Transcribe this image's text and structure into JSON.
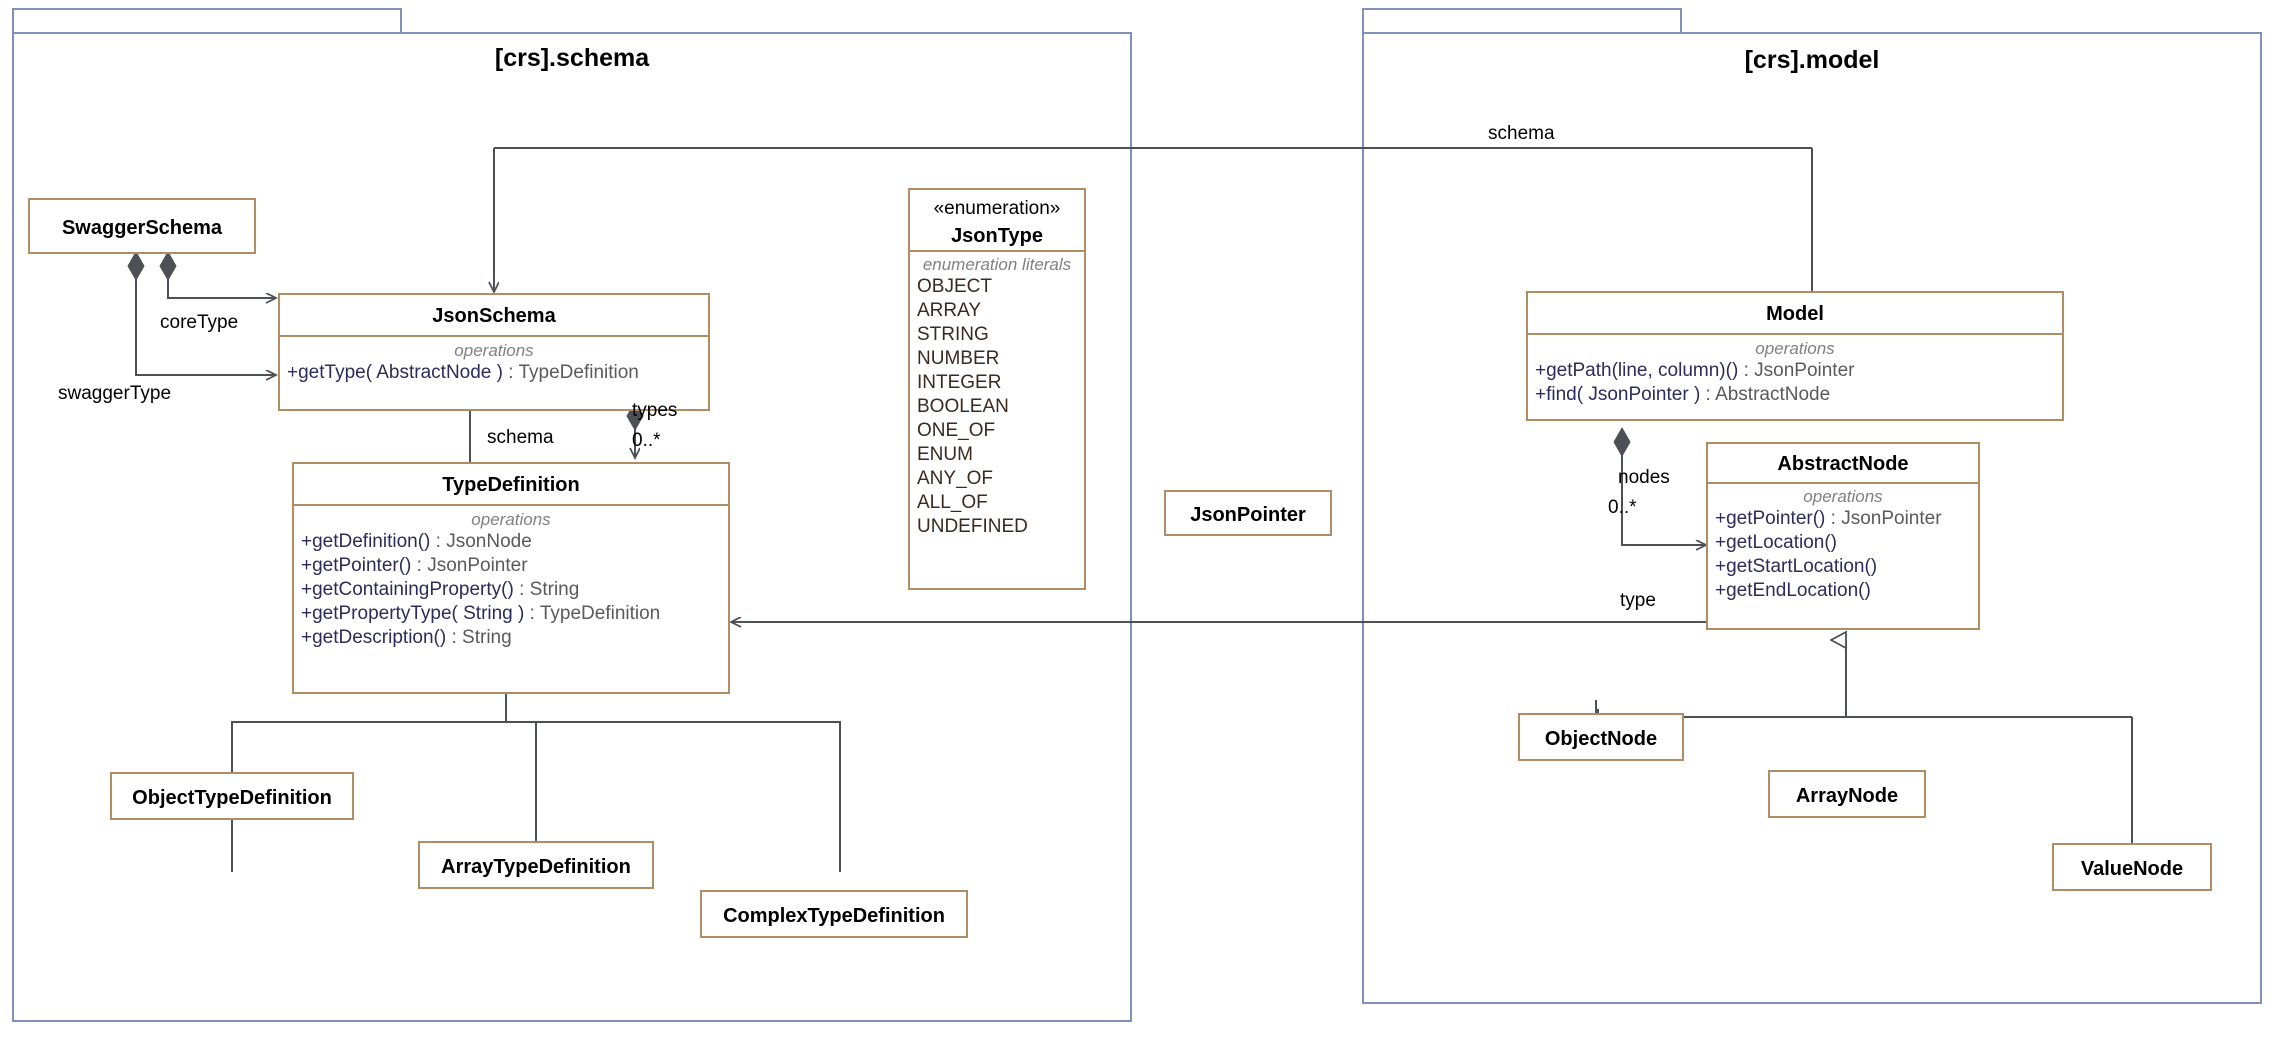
{
  "diagram": {
    "type": "uml-class-diagram",
    "packages": [
      {
        "id": "schema",
        "title": "[crs].schema"
      },
      {
        "id": "model",
        "title": "[crs].model"
      }
    ]
  },
  "classes": {
    "swagger_schema": {
      "name": "SwaggerSchema"
    },
    "json_schema": {
      "name": "JsonSchema",
      "compartment_label": "operations",
      "operations": [
        {
          "sig": "+getType( AbstractNode )",
          "ret": " : TypeDefinition"
        }
      ]
    },
    "type_definition": {
      "name": "TypeDefinition",
      "compartment_label": "operations",
      "operations": [
        {
          "sig": "+getDefinition()",
          "ret": " : JsonNode"
        },
        {
          "sig": "+getPointer()",
          "ret": " : JsonPointer"
        },
        {
          "sig": "+getContainingProperty()",
          "ret": " : String"
        },
        {
          "sig": "+getPropertyType( String )",
          "ret": " : TypeDefinition"
        },
        {
          "sig": "+getDescription()",
          "ret": " : String"
        }
      ]
    },
    "json_type": {
      "stereotype": "«enumeration»",
      "name": "JsonType",
      "compartment_label": "enumeration literals",
      "literals": [
        "OBJECT",
        "ARRAY",
        "STRING",
        "NUMBER",
        "INTEGER",
        "BOOLEAN",
        "ONE_OF",
        "ENUM",
        "ANY_OF",
        "ALL_OF",
        "UNDEFINED"
      ]
    },
    "object_type_definition": {
      "name": "ObjectTypeDefinition"
    },
    "array_type_definition": {
      "name": "ArrayTypeDefinition"
    },
    "complex_type_definition": {
      "name": "ComplexTypeDefinition"
    },
    "json_pointer": {
      "name": "JsonPointer"
    },
    "model": {
      "name": "Model",
      "compartment_label": "operations",
      "operations": [
        {
          "sig": "+getPath(line, column)()",
          "ret": " : JsonPointer"
        },
        {
          "sig": "+find( JsonPointer )",
          "ret": " : AbstractNode"
        }
      ]
    },
    "abstract_node": {
      "name": "AbstractNode",
      "compartment_label": "operations",
      "operations": [
        {
          "sig": "+getPointer()",
          "ret": " : JsonPointer"
        },
        {
          "sig": "+getLocation()",
          "ret": ""
        },
        {
          "sig": "+getStartLocation()",
          "ret": ""
        },
        {
          "sig": "+getEndLocation()",
          "ret": ""
        }
      ]
    },
    "object_node": {
      "name": "ObjectNode"
    },
    "array_node": {
      "name": "ArrayNode"
    },
    "value_node": {
      "name": "ValueNode"
    }
  },
  "edge_labels": {
    "core_type": "coreType",
    "swagger_type": "swaggerType",
    "schema_to_jsonschema": "schema",
    "types_role": "types",
    "types_mult": "0..*",
    "model_schema": "schema",
    "nodes_role": "nodes",
    "nodes_mult": "0..*",
    "type_role": "type"
  },
  "colors": {
    "class_border": "#b08d62",
    "package_border": "#8090b8",
    "connector": "#4d5156",
    "member_text": "#2c2c5a",
    "return_type_text": "#5a5a5a",
    "compartment_label": "#808080",
    "background": "#ffffff"
  }
}
